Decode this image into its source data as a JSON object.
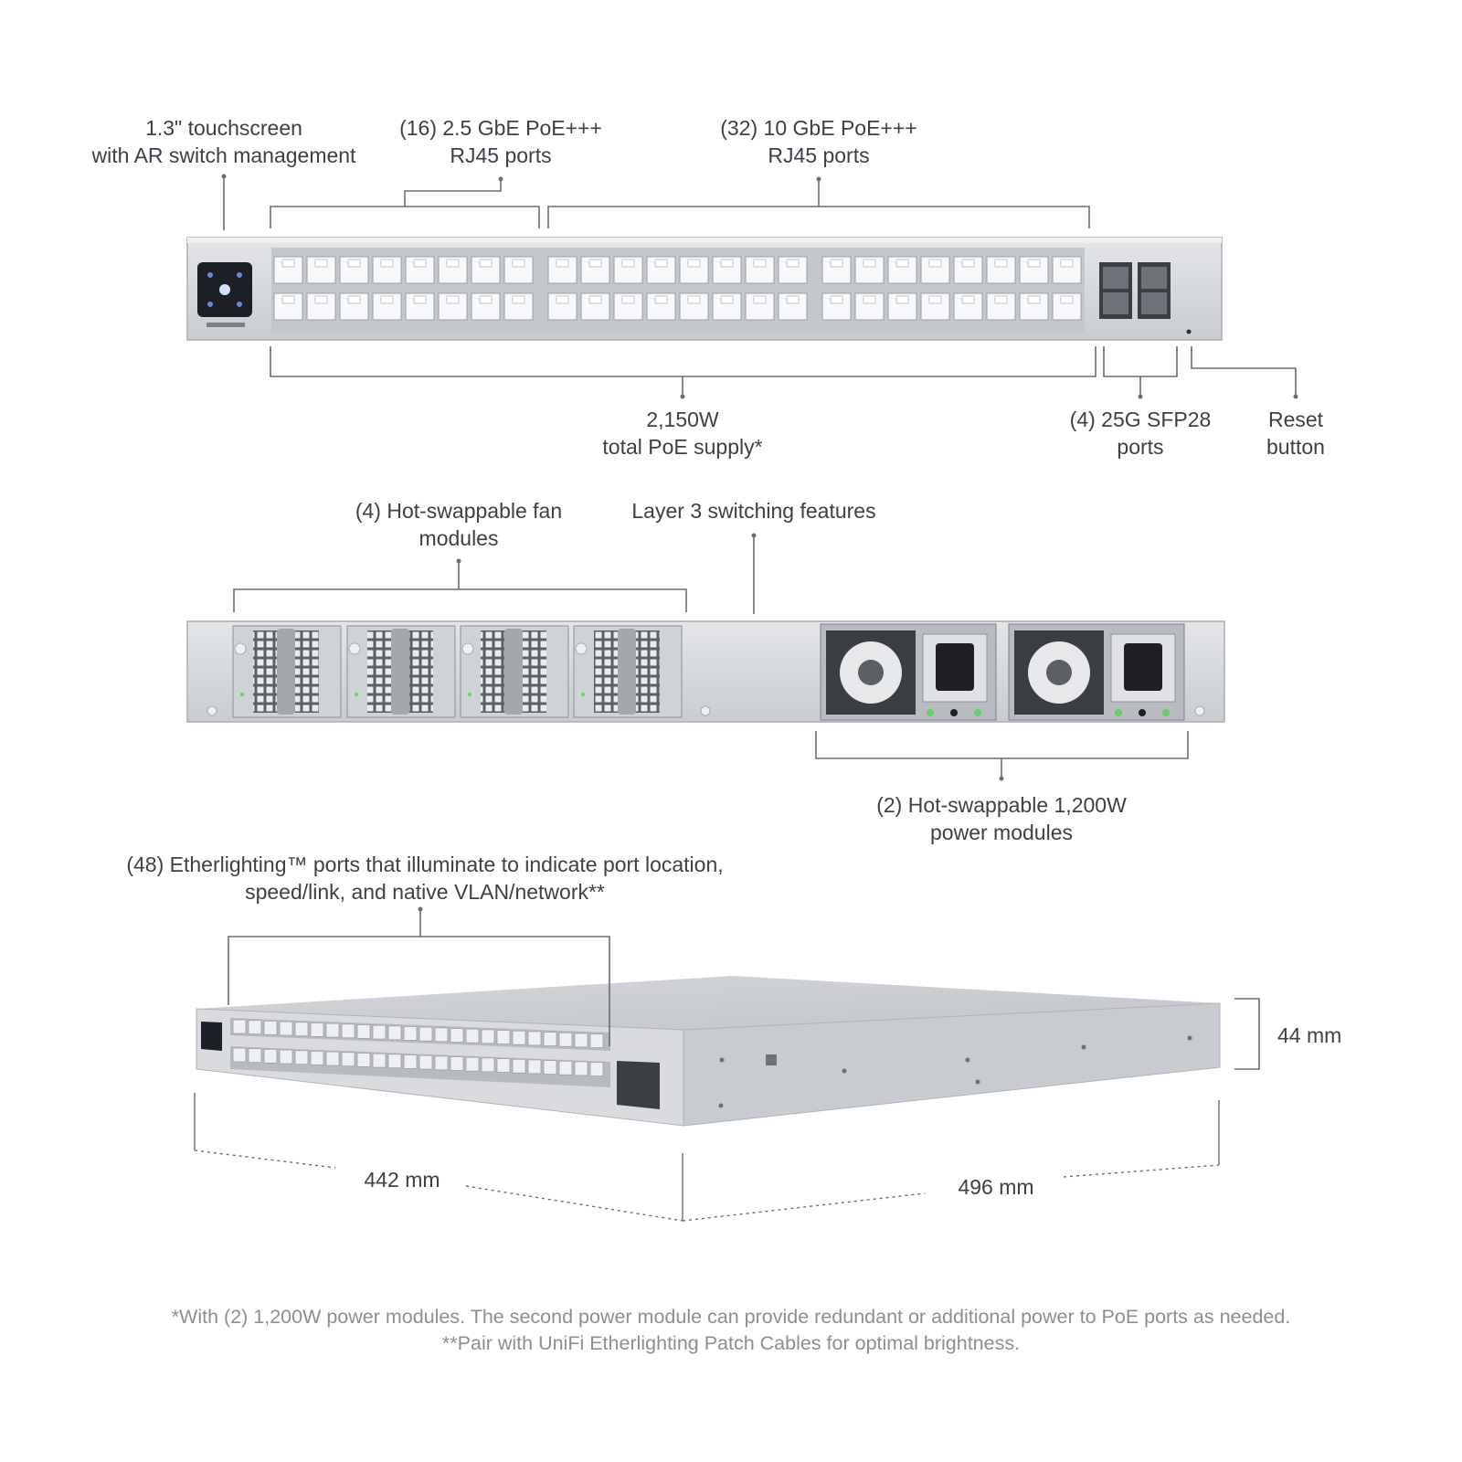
{
  "front_view": {
    "labels": {
      "touchscreen": "1.3\" touchscreen\nwith AR switch management",
      "ports_2_5g": "(16) 2.5 GbE PoE+++\nRJ45 ports",
      "ports_10g": "(32) 10 GbE PoE+++\nRJ45 ports",
      "poe_supply": "2,150W\ntotal PoE supply*",
      "sfp28": "(4) 25G SFP28\nports",
      "reset": "Reset\nbutton"
    }
  },
  "rear_view": {
    "labels": {
      "fans": "(4) Hot-swappable fan\nmodules",
      "layer3": "Layer 3 switching features",
      "psu": "(2) Hot-swappable 1,200W\npower modules"
    }
  },
  "iso_view": {
    "labels": {
      "etherlighting": "(48) Etherlighting™ ports that illuminate to indicate port location,\nspeed/link, and native VLAN/network**",
      "height": "44 mm",
      "width": "442 mm",
      "depth": "496 mm"
    }
  },
  "footnotes": {
    "note1": "*With (2) 1,200W power modules. The second power module can provide redundant or additional power to PoE ports as needed.",
    "note2": "**Pair with UniFi Etherlighting Patch Cables for optimal brightness."
  },
  "colors": {
    "chassis": "#d8dadd",
    "chassis_dark": "#b9bcc0",
    "line": "#6a6d72",
    "text": "#3d4046",
    "note": "#8b8f95",
    "led_green": "#5fd36a"
  }
}
